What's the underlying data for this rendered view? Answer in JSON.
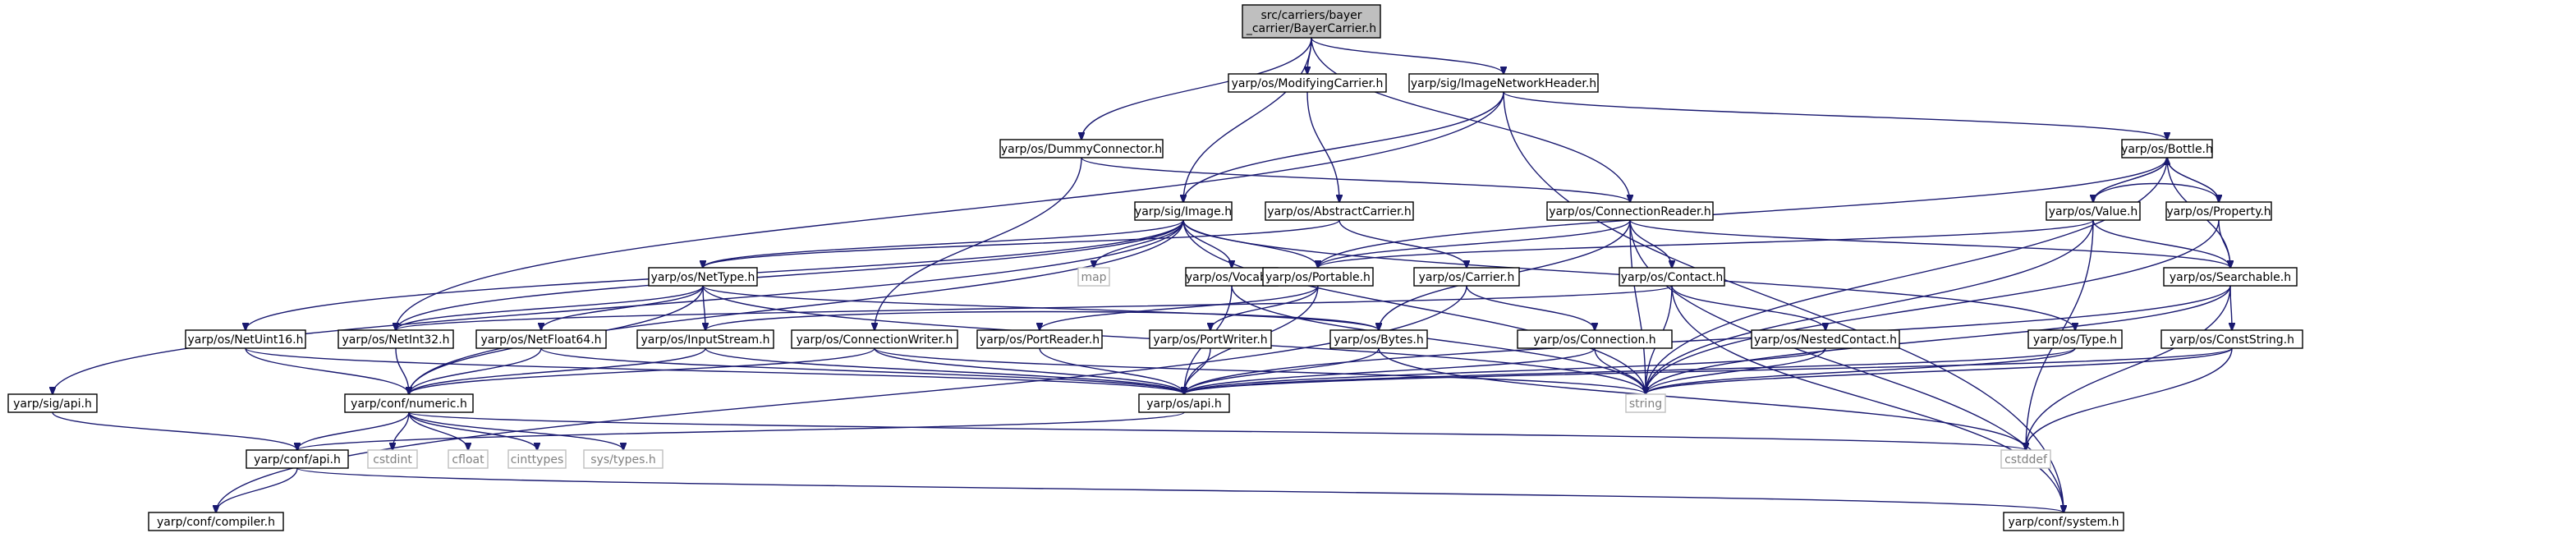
{
  "graph": {
    "nodes": [
      {
        "id": "root",
        "lines": [
          "src/carriers/bayer",
          "_carrier/BayerCarrier.h"
        ],
        "kind": "root"
      },
      {
        "id": "modcar",
        "lines": [
          "yarp/os/ModifyingCarrier.h"
        ],
        "kind": "file"
      },
      {
        "id": "imgnet",
        "lines": [
          "yarp/sig/ImageNetworkHeader.h"
        ],
        "kind": "file"
      },
      {
        "id": "dummy",
        "lines": [
          "yarp/os/DummyConnector.h"
        ],
        "kind": "file"
      },
      {
        "id": "bottle",
        "lines": [
          "yarp/os/Bottle.h"
        ],
        "kind": "file"
      },
      {
        "id": "image",
        "lines": [
          "yarp/sig/Image.h"
        ],
        "kind": "file"
      },
      {
        "id": "abscar",
        "lines": [
          "yarp/os/AbstractCarrier.h"
        ],
        "kind": "file"
      },
      {
        "id": "connreader",
        "lines": [
          "yarp/os/ConnectionReader.h"
        ],
        "kind": "file"
      },
      {
        "id": "value",
        "lines": [
          "yarp/os/Value.h"
        ],
        "kind": "file"
      },
      {
        "id": "property",
        "lines": [
          "yarp/os/Property.h"
        ],
        "kind": "file"
      },
      {
        "id": "nettype",
        "lines": [
          "yarp/os/NetType.h"
        ],
        "kind": "file"
      },
      {
        "id": "map",
        "lines": [
          "map"
        ],
        "kind": "sys"
      },
      {
        "id": "vocab",
        "lines": [
          "yarp/os/Vocab.h"
        ],
        "kind": "file"
      },
      {
        "id": "portable",
        "lines": [
          "yarp/os/Portable.h"
        ],
        "kind": "file"
      },
      {
        "id": "carrier",
        "lines": [
          "yarp/os/Carrier.h"
        ],
        "kind": "file"
      },
      {
        "id": "contact",
        "lines": [
          "yarp/os/Contact.h"
        ],
        "kind": "file"
      },
      {
        "id": "searchable",
        "lines": [
          "yarp/os/Searchable.h"
        ],
        "kind": "file"
      },
      {
        "id": "netuint16",
        "lines": [
          "yarp/os/NetUint16.h"
        ],
        "kind": "file"
      },
      {
        "id": "netint32",
        "lines": [
          "yarp/os/NetInt32.h"
        ],
        "kind": "file"
      },
      {
        "id": "netfloat64",
        "lines": [
          "yarp/os/NetFloat64.h"
        ],
        "kind": "file"
      },
      {
        "id": "instream",
        "lines": [
          "yarp/os/InputStream.h"
        ],
        "kind": "file"
      },
      {
        "id": "connwriter",
        "lines": [
          "yarp/os/ConnectionWriter.h"
        ],
        "kind": "file"
      },
      {
        "id": "portreader",
        "lines": [
          "yarp/os/PortReader.h"
        ],
        "kind": "file"
      },
      {
        "id": "portwriter",
        "lines": [
          "yarp/os/PortWriter.h"
        ],
        "kind": "file"
      },
      {
        "id": "bytes",
        "lines": [
          "yarp/os/Bytes.h"
        ],
        "kind": "file"
      },
      {
        "id": "connection",
        "lines": [
          "yarp/os/Connection.h"
        ],
        "kind": "file"
      },
      {
        "id": "nestedcontact",
        "lines": [
          "yarp/os/NestedContact.h"
        ],
        "kind": "file"
      },
      {
        "id": "type",
        "lines": [
          "yarp/os/Type.h"
        ],
        "kind": "file"
      },
      {
        "id": "conststring",
        "lines": [
          "yarp/os/ConstString.h"
        ],
        "kind": "file"
      },
      {
        "id": "sigapi",
        "lines": [
          "yarp/sig/api.h"
        ],
        "kind": "file"
      },
      {
        "id": "numeric",
        "lines": [
          "yarp/conf/numeric.h"
        ],
        "kind": "file"
      },
      {
        "id": "osapi",
        "lines": [
          "yarp/os/api.h"
        ],
        "kind": "file"
      },
      {
        "id": "string",
        "lines": [
          "string"
        ],
        "kind": "sys"
      },
      {
        "id": "confapi",
        "lines": [
          "yarp/conf/api.h"
        ],
        "kind": "file"
      },
      {
        "id": "cstdint",
        "lines": [
          "cstdint"
        ],
        "kind": "sys"
      },
      {
        "id": "cfloat",
        "lines": [
          "cfloat"
        ],
        "kind": "sys"
      },
      {
        "id": "cinttypes",
        "lines": [
          "cinttypes"
        ],
        "kind": "sys"
      },
      {
        "id": "systypes",
        "lines": [
          "sys/types.h"
        ],
        "kind": "sys"
      },
      {
        "id": "cstddef",
        "lines": [
          "cstddef"
        ],
        "kind": "sys"
      },
      {
        "id": "compiler",
        "lines": [
          "yarp/conf/compiler.h"
        ],
        "kind": "file"
      },
      {
        "id": "system",
        "lines": [
          "yarp/conf/system.h"
        ],
        "kind": "file"
      }
    ],
    "edges": [
      [
        "root",
        "modcar"
      ],
      [
        "root",
        "imgnet"
      ],
      [
        "root",
        "dummy"
      ],
      [
        "root",
        "image"
      ],
      [
        "root",
        "connreader"
      ],
      [
        "modcar",
        "abscar"
      ],
      [
        "imgnet",
        "bottle"
      ],
      [
        "imgnet",
        "image"
      ],
      [
        "imgnet",
        "netint32"
      ],
      [
        "imgnet",
        "system"
      ],
      [
        "dummy",
        "connreader"
      ],
      [
        "dummy",
        "connwriter"
      ],
      [
        "bottle",
        "value"
      ],
      [
        "bottle",
        "property"
      ],
      [
        "bottle",
        "searchable"
      ],
      [
        "bottle",
        "portable"
      ],
      [
        "bottle",
        "string"
      ],
      [
        "value",
        "bottle"
      ],
      [
        "value",
        "property"
      ],
      [
        "value",
        "searchable"
      ],
      [
        "value",
        "portable"
      ],
      [
        "value",
        "string"
      ],
      [
        "value",
        "cstddef"
      ],
      [
        "property",
        "bottle"
      ],
      [
        "property",
        "searchable"
      ],
      [
        "property",
        "string"
      ],
      [
        "image",
        "map"
      ],
      [
        "image",
        "vocab"
      ],
      [
        "image",
        "portable"
      ],
      [
        "image",
        "nettype"
      ],
      [
        "image",
        "netint32"
      ],
      [
        "image",
        "netuint16"
      ],
      [
        "image",
        "sigapi"
      ],
      [
        "image",
        "numeric"
      ],
      [
        "image",
        "type"
      ],
      [
        "image",
        "string"
      ],
      [
        "abscar",
        "carrier"
      ],
      [
        "abscar",
        "nettype"
      ],
      [
        "connreader",
        "portable"
      ],
      [
        "connreader",
        "contact"
      ],
      [
        "connreader",
        "bytes"
      ],
      [
        "connreader",
        "searchable"
      ],
      [
        "connreader",
        "string"
      ],
      [
        "connreader",
        "system"
      ],
      [
        "nettype",
        "netint32"
      ],
      [
        "nettype",
        "netfloat64"
      ],
      [
        "nettype",
        "instream"
      ],
      [
        "nettype",
        "bytes"
      ],
      [
        "nettype",
        "numeric"
      ],
      [
        "nettype",
        "string"
      ],
      [
        "vocab",
        "osapi"
      ],
      [
        "vocab",
        "string"
      ],
      [
        "portable",
        "portreader"
      ],
      [
        "portable",
        "portwriter"
      ],
      [
        "portable",
        "osapi"
      ],
      [
        "carrier",
        "connection"
      ],
      [
        "carrier",
        "compiler"
      ],
      [
        "contact",
        "nestedcontact"
      ],
      [
        "contact",
        "netint32"
      ],
      [
        "contact",
        "string"
      ],
      [
        "contact",
        "system"
      ],
      [
        "searchable",
        "conststring"
      ],
      [
        "searchable",
        "osapi"
      ],
      [
        "searchable",
        "string"
      ],
      [
        "searchable",
        "cstddef"
      ],
      [
        "netuint16",
        "numeric"
      ],
      [
        "netuint16",
        "osapi"
      ],
      [
        "netint32",
        "numeric"
      ],
      [
        "netfloat64",
        "numeric"
      ],
      [
        "netfloat64",
        "osapi"
      ],
      [
        "instream",
        "numeric"
      ],
      [
        "instream",
        "osapi"
      ],
      [
        "instream",
        "bytes"
      ],
      [
        "connwriter",
        "numeric"
      ],
      [
        "connwriter",
        "osapi"
      ],
      [
        "connwriter",
        "string"
      ],
      [
        "portreader",
        "osapi"
      ],
      [
        "portwriter",
        "osapi"
      ],
      [
        "bytes",
        "osapi"
      ],
      [
        "bytes",
        "cstddef"
      ],
      [
        "connection",
        "osapi"
      ],
      [
        "connection",
        "string"
      ],
      [
        "nestedcontact",
        "osapi"
      ],
      [
        "nestedcontact",
        "string"
      ],
      [
        "type",
        "osapi"
      ],
      [
        "type",
        "string"
      ],
      [
        "conststring",
        "osapi"
      ],
      [
        "conststring",
        "string"
      ],
      [
        "conststring",
        "cstddef"
      ],
      [
        "sigapi",
        "confapi"
      ],
      [
        "numeric",
        "confapi"
      ],
      [
        "numeric",
        "cstdint"
      ],
      [
        "numeric",
        "cfloat"
      ],
      [
        "numeric",
        "cinttypes"
      ],
      [
        "numeric",
        "systypes"
      ],
      [
        "numeric",
        "cstddef"
      ],
      [
        "osapi",
        "confapi"
      ],
      [
        "confapi",
        "compiler"
      ],
      [
        "confapi",
        "system"
      ]
    ]
  }
}
